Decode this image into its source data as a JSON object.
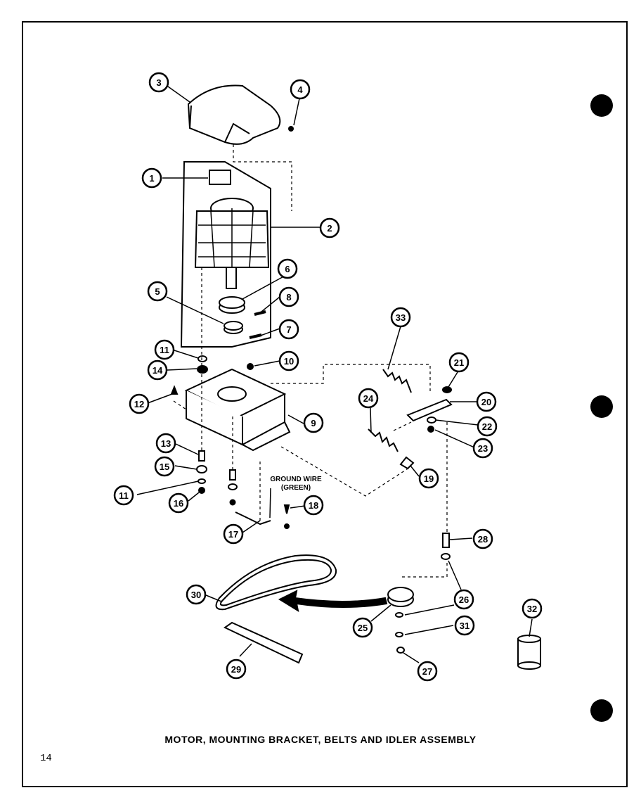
{
  "title": "MOTOR, MOUNTING BRACKET, BELTS AND IDLER ASSEMBLY",
  "page_number": "14",
  "ground_wire_label_line1": "GROUND WIRE",
  "ground_wire_label_line2": "(GREEN)",
  "callouts": [
    "1",
    "2",
    "3",
    "4",
    "5",
    "6",
    "7",
    "8",
    "9",
    "10",
    "11",
    "11",
    "12",
    "13",
    "14",
    "15",
    "16",
    "17",
    "18",
    "19",
    "20",
    "21",
    "22",
    "23",
    "24",
    "25",
    "26",
    "27",
    "28",
    "29",
    "30",
    "31",
    "32",
    "33"
  ]
}
